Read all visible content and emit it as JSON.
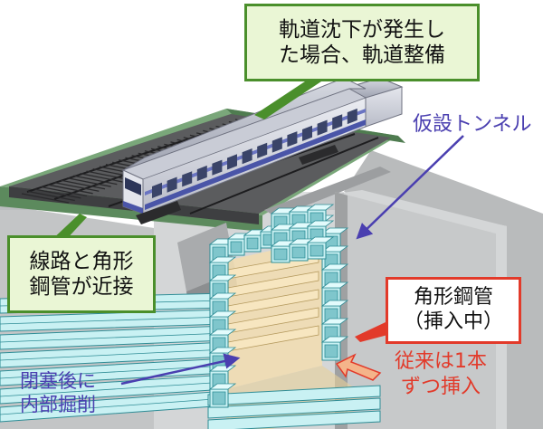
{
  "callouts": {
    "track_maintenance": [
      "軌道沈下が発生し",
      "た場合、軌道整備"
    ],
    "track_proximity": [
      "線路と角形",
      "鋼管が近接"
    ],
    "steel_pipe": [
      "角形鋼管",
      "（挿入中）"
    ]
  },
  "labels": {
    "temporary_tunnel": "仮設トンネル",
    "insertion_note": [
      "従来は1本",
      "ずつ挿入"
    ],
    "excavation_note": [
      "閉塞後に",
      "内部掘削"
    ]
  },
  "colors": {
    "callout_green_border": "#4a8f2b",
    "callout_green_fill": "#eaf6d5",
    "callout_red_border": "#e23a2a",
    "label_blue": "#4a3fb0",
    "label_red": "#e23a2a",
    "pipe_cyan": "#c9f1f3",
    "pipe_edge": "#2f8d96"
  }
}
